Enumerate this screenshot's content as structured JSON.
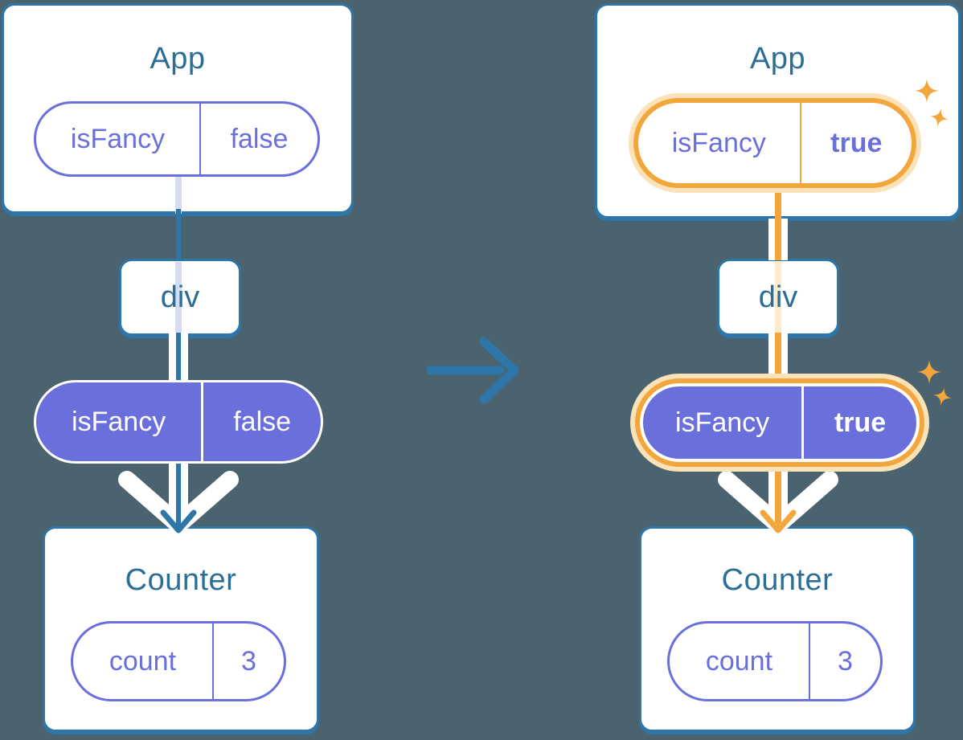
{
  "diagram_type": "react-component-tree-props-flow",
  "colors": {
    "background": "#4B636E",
    "card_fill": "#FFFFFF",
    "card_border_blue": "#2E76A9",
    "title_text_blue": "#2D6E96",
    "purple": "#6A6FDB",
    "highlight_orange": "#F2A63C",
    "highlight_halo": "#FBE2B8",
    "flow_line_white": "#FFFFFF",
    "faded_trace_blue": "#D5DDF5",
    "faded_trace_orange": "#FCEBCD"
  },
  "before": {
    "app": {
      "title": "App",
      "prop_name": "isFancy",
      "prop_value": "false"
    },
    "div_label": "div",
    "passed_prop": {
      "name": "isFancy",
      "value": "false"
    },
    "counter": {
      "title": "Counter",
      "prop_name": "count",
      "prop_value": "3"
    }
  },
  "after": {
    "app": {
      "title": "App",
      "prop_name": "isFancy",
      "prop_value": "true"
    },
    "div_label": "div",
    "passed_prop": {
      "name": "isFancy",
      "value": "true"
    },
    "counter": {
      "title": "Counter",
      "prop_name": "count",
      "prop_value": "3"
    }
  }
}
